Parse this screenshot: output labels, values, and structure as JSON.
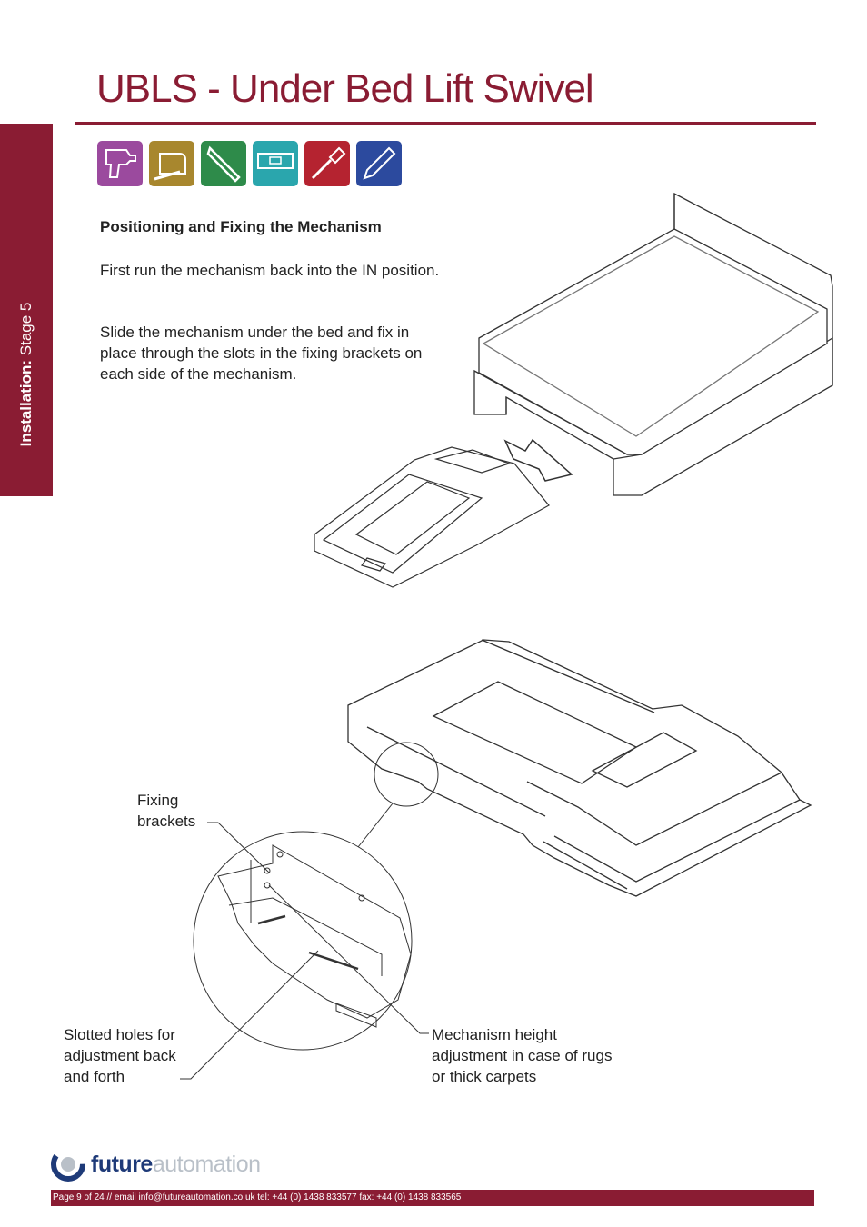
{
  "page": {
    "title": "UBLS - Under Bed Lift Swivel",
    "side_tab_bold": "Installation:",
    "side_tab_rest": " Stage 5"
  },
  "tool_icons": [
    {
      "name": "drill-icon",
      "color": "#9b4a9e"
    },
    {
      "name": "tape-measure-icon",
      "color": "#a8872e"
    },
    {
      "name": "allen-key-icon",
      "color": "#2e8b4a"
    },
    {
      "name": "spirit-level-icon",
      "color": "#2aa6ad"
    },
    {
      "name": "screwdriver-icon",
      "color": "#b52330"
    },
    {
      "name": "pencil-icon",
      "color": "#2c4a9e"
    }
  ],
  "content": {
    "heading": "Positioning and Fixing the Mechanism",
    "para1": "First run the mechanism back into the IN position.",
    "para2": "Slide the mechanism under the bed and fix in place through the slots in the fixing brackets on each side of the mechanism."
  },
  "callouts": {
    "fixing_brackets": "Fixing brackets",
    "slotted_holes": "Slotted holes for adjustment back and forth",
    "height_adjust": "Mechanism height adjustment in case of rugs or thick carpets"
  },
  "logo": {
    "part1": "future",
    "part2": "automation"
  },
  "footer": {
    "text": "Page 9 of 24 // email info@futureautomation.co.uk  tel: +44 (0) 1438 833577  fax: +44 (0) 1438 833565"
  },
  "colors": {
    "brand": "#8a1c33",
    "logo_blue": "#1e3a78",
    "logo_grey": "#b9c0c8"
  }
}
